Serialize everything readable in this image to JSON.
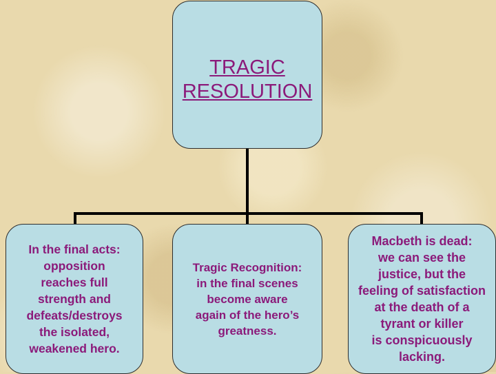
{
  "root": {
    "title_line1": "TRAGIC",
    "title_line2": "RESOLUTION"
  },
  "children": [
    {
      "text": "In the final acts:\nopposition\nreaches full\nstrength and\ndefeats/destroys\nthe isolated,\nweakened hero."
    },
    {
      "text": "Tragic Recognition:\nin the final scenes\nbecome aware\nagain of the hero’s\ngreatness."
    },
    {
      "text": "Macbeth is dead:\nwe can see the\njustice, but the\nfeeling of satisfaction\nat the death of a\ntyrant or killer\nis conspicuously\nlacking."
    }
  ]
}
